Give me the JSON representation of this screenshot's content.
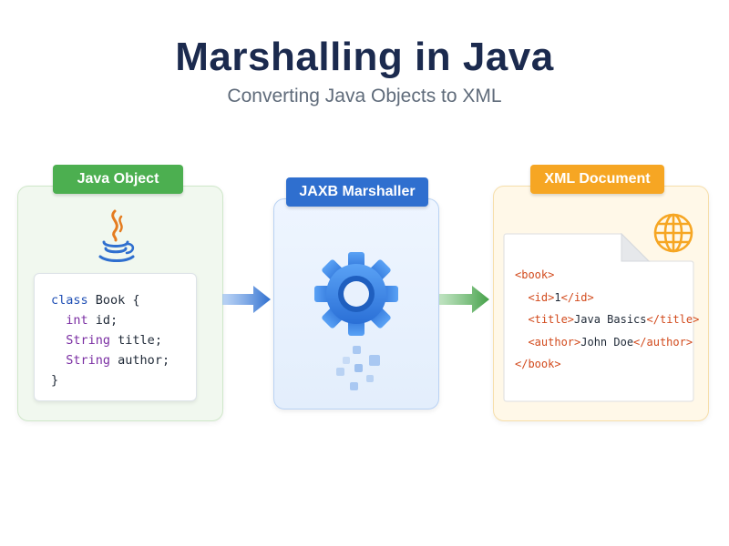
{
  "header": {
    "title": "Marshalling in Java",
    "subtitle": "Converting Java Objects to XML"
  },
  "java_panel": {
    "label": "Java Object",
    "icon": "java-coffee-cup-icon",
    "code": {
      "line1": {
        "kw": "class",
        "rest": " Book {"
      },
      "line2": {
        "kw": "int",
        "rest": " id;"
      },
      "line3": {
        "kw": "String",
        "rest": " title;"
      },
      "line4": {
        "kw": "String",
        "rest": " author;"
      },
      "line5": {
        "rest": "}"
      }
    }
  },
  "jaxb_panel": {
    "label": "JAXB Marshaller",
    "icon": "gear-icon"
  },
  "xml_panel": {
    "label": "XML Document",
    "icon": "globe-icon",
    "lines": {
      "l1": {
        "open": "<book>"
      },
      "l2": {
        "open": "<id>",
        "text": "1",
        "close": "</id>"
      },
      "l3": {
        "open": "<title>",
        "text": "Java Basics",
        "close": "</title>"
      },
      "l4": {
        "open": "<author>",
        "text": "John Doe",
        "close": "</author>"
      },
      "l5": {
        "open": "</book>"
      }
    }
  },
  "colors": {
    "java_accent": "#4caf50",
    "jaxb_accent": "#2f6fcf",
    "xml_accent": "#f6a623",
    "title": "#1b2a4e"
  }
}
